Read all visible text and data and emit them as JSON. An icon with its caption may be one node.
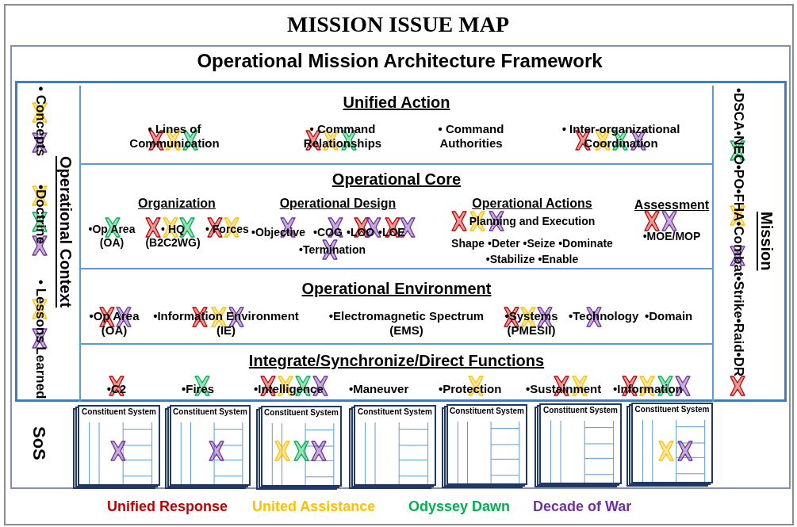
{
  "diagram": {
    "title": "MISSION ISSUE MAP",
    "nodes": [
      {
        "text": [
          "Operational Mission Architecture Framework"
        ]
      },
      {
        "text": [],
        "shape": "box",
        "in": 0
      },
      {
        "text": [
          "Operational Context",
          "• Concepts",
          "•Doctrine",
          "• Lessons Learned"
        ],
        "in": 1
      },
      {
        "text": [
          "Unified Action",
          "• Lines of Communication",
          "• Command Relationships",
          "• Command Authorities",
          "• Inter-organizational Coordination"
        ],
        "in": 1
      },
      {
        "text": [
          "Operational Core",
          "Organization",
          "•Op Area (OA)",
          "• HQ (B2C2WG)",
          "• Forces",
          "Operational Design",
          "•Objective",
          "•COG",
          "•LOO",
          "•LOE",
          "•Termination",
          "Operational Actions",
          "Planning and Execution",
          "Shape •Deter •Seize •Dominate •Stabilize •Enable",
          "Assessment",
          "•MOE/MOP"
        ],
        "in": 1
      },
      {
        "text": [
          "Operational Environment",
          "•Op Area (OA)",
          "•Information Environment (IE)",
          "•Electromagnetic Spectrum (EMS)",
          "•Systems (PMESII)",
          "•Technology",
          "•Domain"
        ],
        "in": 1
      },
      {
        "text": [
          "Integrate/Synchronize/Direct Functions",
          "•C2",
          "•Fires",
          "•Intelligence",
          "•Maneuver",
          "•Protection",
          "•Sustainment",
          "•Information"
        ],
        "in": 1
      },
      {
        "text": [
          "Mission",
          "•DSCA•NEO•PO•FHA•Combat•Strike•Raid•DR"
        ],
        "in": 1
      },
      {
        "text": [
          "Constituent System"
        ],
        "in": 0
      },
      {
        "text": [
          "Constituent System"
        ],
        "in": 0
      },
      {
        "text": [
          "Constituent System"
        ],
        "in": 0
      },
      {
        "text": [
          "Constituent System"
        ],
        "in": 0
      },
      {
        "text": [
          "Constituent System"
        ],
        "in": 0
      },
      {
        "text": [
          "Constituent System"
        ],
        "in": 0
      },
      {
        "text": [
          "Constituent System"
        ],
        "in": 0
      }
    ],
    "labels": [
      "SoS"
    ],
    "legend": [
      {
        "text": "Unified Response",
        "color": "#c00000"
      },
      {
        "text": "United Assistance",
        "color": "#ffc000"
      },
      {
        "text": "Odyssey Dawn",
        "color": "#00b050"
      },
      {
        "text": "Decade of War",
        "color": "#7030a0"
      }
    ]
  }
}
